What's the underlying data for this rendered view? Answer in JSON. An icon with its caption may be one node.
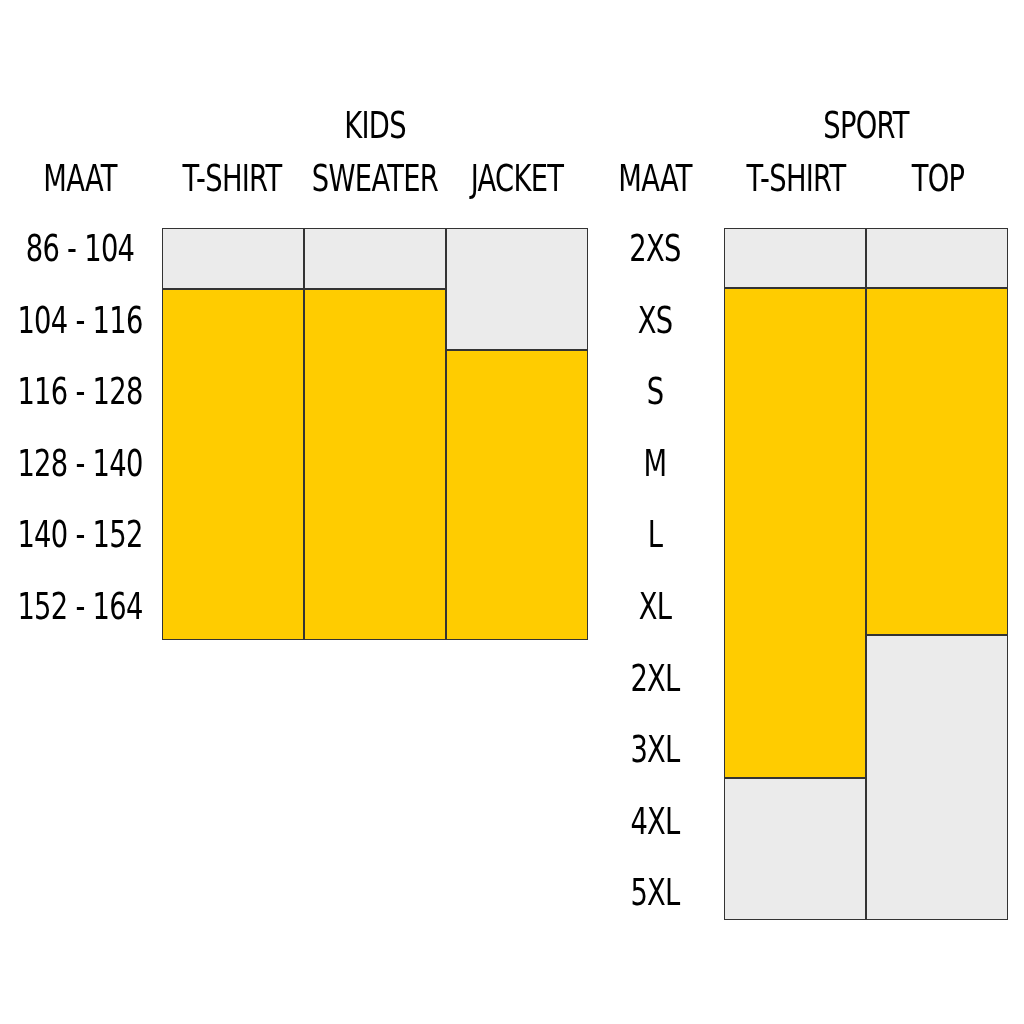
{
  "diagram": {
    "nodes": [
      {
        "text": [],
        "shape": "bar"
      },
      {
        "text": [],
        "shape": "bar"
      },
      {
        "text": [],
        "shape": "bar"
      },
      {
        "text": [],
        "shape": "bar"
      },
      {
        "text": [],
        "shape": "bar"
      },
      {
        "text": [],
        "shape": "bar"
      },
      {
        "text": [],
        "shape": "bar"
      },
      {
        "text": [],
        "shape": "bar"
      },
      {
        "text": [],
        "shape": "bar"
      },
      {
        "text": [],
        "shape": "bar"
      },
      {
        "text": [],
        "shape": "bar"
      },
      {
        "text": [],
        "shape": "bar"
      }
    ],
    "labels": [
      "KIDS",
      "SPORT",
      "MAAT",
      "T-SHIRT",
      "SWEATER",
      "JACKET",
      "MAAT",
      "T-SHIRT",
      "TOP",
      "86 - 104",
      "2XS",
      "104 - 116",
      "XS",
      "116 - 128",
      "S",
      "128 - 140",
      "M",
      "140 - 152",
      "L",
      "152 - 164",
      "XL",
      "2XL",
      "3XL",
      "4XL",
      "5XL"
    ]
  }
}
